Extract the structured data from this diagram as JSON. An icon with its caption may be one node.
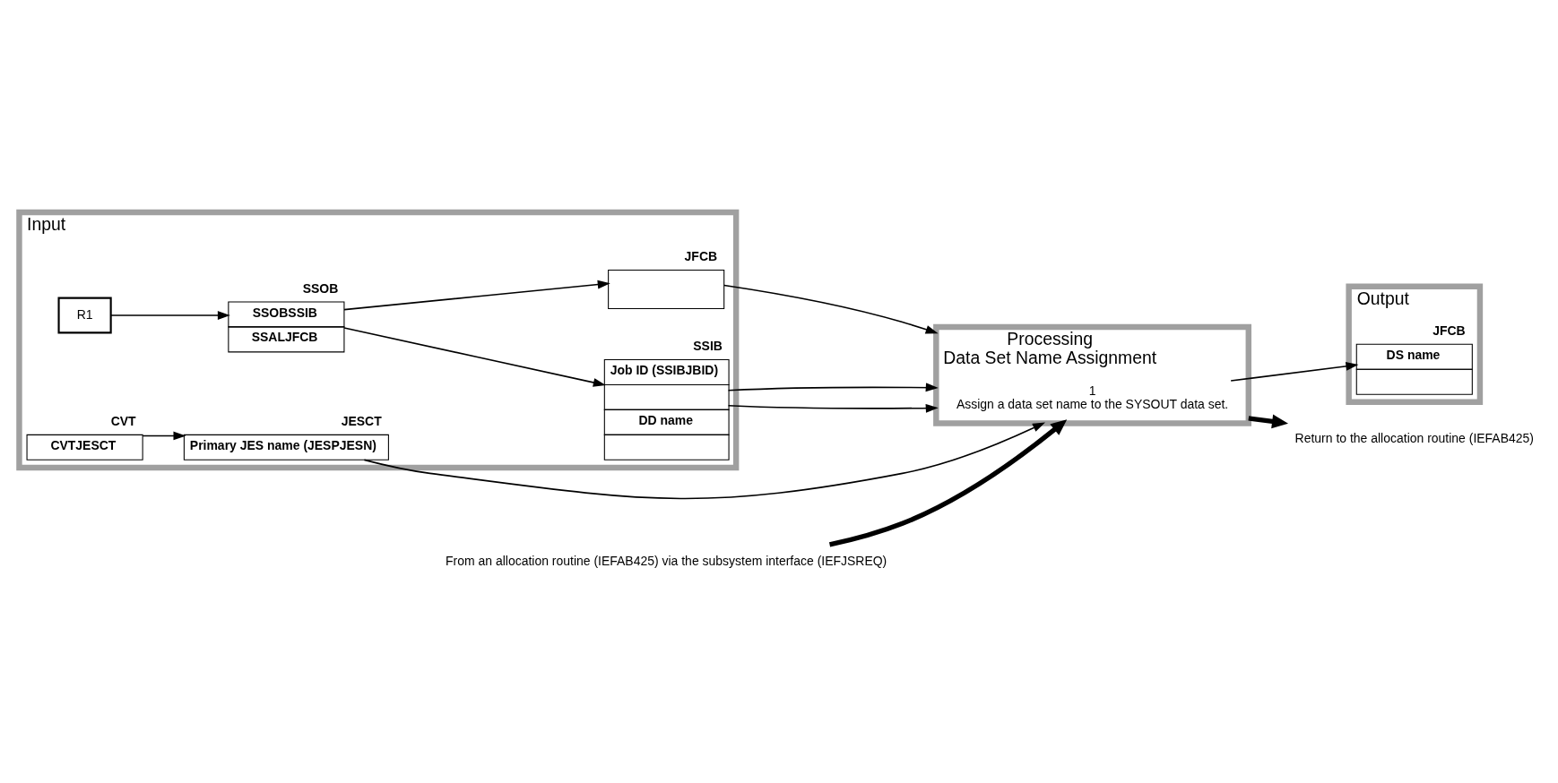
{
  "diagram": {
    "nodes": [
      {
        "text": [
          "Input"
        ]
      },
      {
        "text": [
          "CVT",
          "CVTJESCT"
        ],
        "in": 0
      },
      {
        "text": [
          "JESCT",
          "Primary JES name (JESPJESN)"
        ],
        "in": 0
      },
      {
        "text": [
          "R1"
        ],
        "in": 0
      },
      {
        "text": [
          "SSOB",
          "SSOBSSIB",
          "SSALJFCB"
        ],
        "in": 0
      },
      {
        "text": [
          "SSIB",
          "Job ID (SSIBJBID)",
          "DD name"
        ],
        "in": 0
      },
      {
        "text": [
          "JFCB"
        ],
        "in": 0
      },
      {
        "text": [
          "Processing",
          "Data Set Name Assignment"
        ]
      },
      {
        "text": [
          "1",
          "Assign a data set name to the SYSOUT data set."
        ],
        "in": 7
      },
      {
        "text": [
          "Output"
        ]
      },
      {
        "text": [
          "JFCB",
          "DS name"
        ],
        "in": 9
      },
      {
        "text": [
          "From an allocation routine (IEFAB425) via the subsystem interface (IEFJSREQ)"
        ]
      },
      {
        "text": [
          "Return to the allocation routine (IEFAB425)"
        ]
      }
    ],
    "edges": [
      {
        "from": 1,
        "to": 2,
        "arrow": "to"
      },
      {
        "from": 3,
        "to": 4,
        "arrow": "to"
      },
      {
        "from": 4,
        "to": 5,
        "arrow": "to"
      },
      {
        "from": 4,
        "to": 6,
        "arrow": "to"
      },
      {
        "from": 2,
        "to": 7,
        "arrow": "to"
      },
      {
        "from": 5,
        "to": 7,
        "arrow": "to"
      },
      {
        "from": 5,
        "to": 7,
        "arrow": "to"
      },
      {
        "from": 6,
        "to": 7,
        "arrow": "to"
      },
      {
        "from": 8,
        "to": 10,
        "arrow": "to"
      },
      {
        "from": 11,
        "to": 7,
        "arrow": "to",
        "style": "thick"
      },
      {
        "from": 7,
        "to": 12,
        "arrow": "to",
        "style": "thick"
      }
    ]
  }
}
